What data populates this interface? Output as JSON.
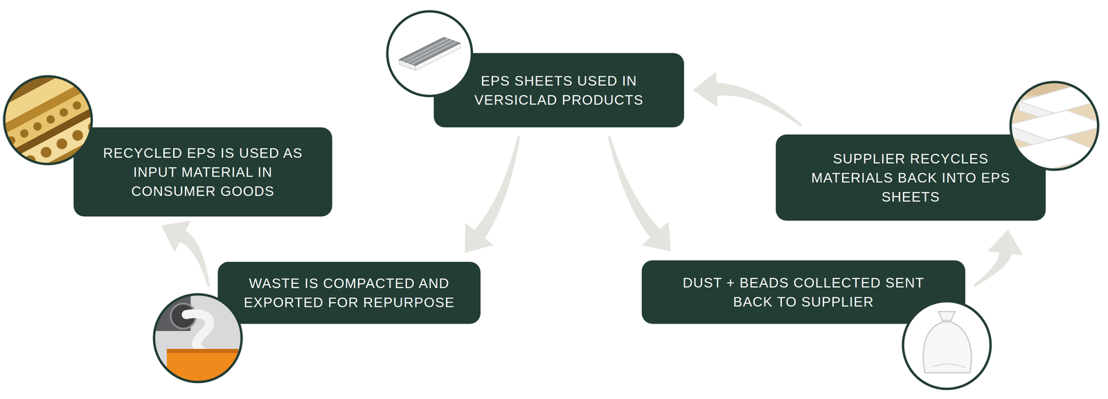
{
  "diagram": {
    "nodes": [
      {
        "text": [
          "EPS SHEETS USED IN VERSICLAD PRODUCTS"
        ]
      },
      {
        "text": [
          "RECYCLED EPS IS USED AS INPUT MATERIAL IN CONSUMER GOODS"
        ]
      },
      {
        "text": [
          "SUPPLIER RECYCLES MATERIALS BACK INTO EPS SHEETS"
        ]
      },
      {
        "text": [
          "WASTE IS COMPACTED AND EXPORTED FOR REPURPOSE"
        ]
      },
      {
        "text": [
          "DUST + BEADS COLLECTED SENT BACK TO SUPPLIER"
        ]
      }
    ],
    "edges": [
      {
        "from": 0,
        "to": 3,
        "arrow": "to"
      },
      {
        "from": 3,
        "to": 1,
        "arrow": "to"
      },
      {
        "from": 0,
        "to": 4,
        "arrow": "to"
      },
      {
        "from": 4,
        "to": 2,
        "arrow": "to"
      },
      {
        "from": 2,
        "to": 0,
        "arrow": "to"
      }
    ]
  }
}
